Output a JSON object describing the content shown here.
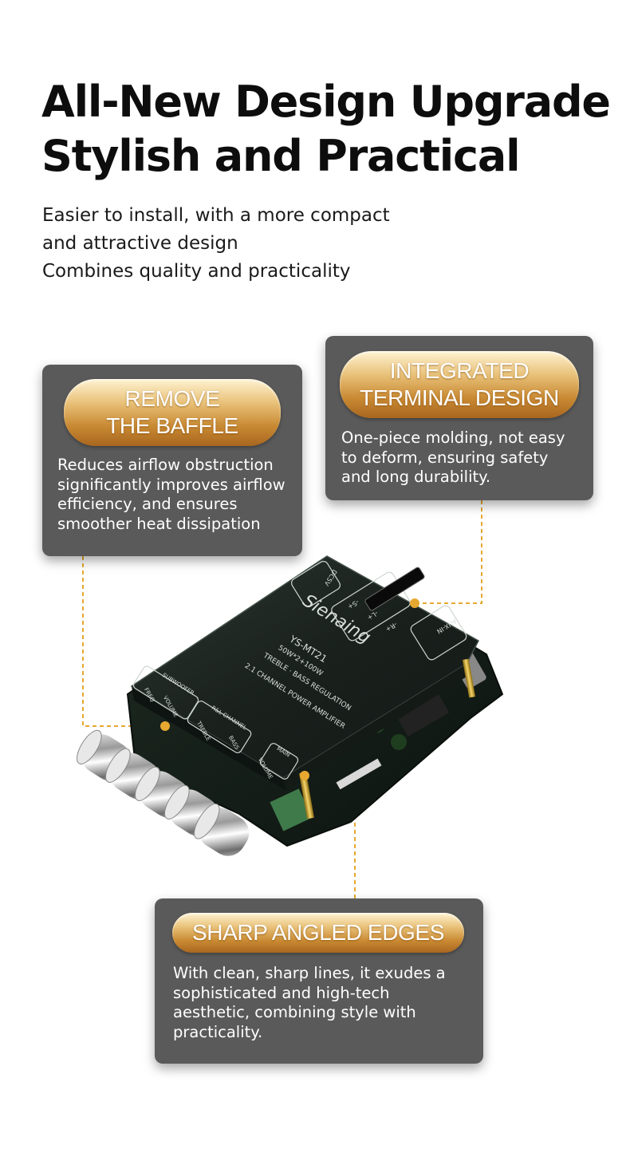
{
  "header": {
    "title_lines": [
      "All-New Design Upgrade",
      "Stylish and Practical"
    ],
    "subtitle_lines": [
      "Easier to install, with a more compact",
      "and attractive design",
      "Combines quality and practicality"
    ]
  },
  "callouts": {
    "remove_baffle": {
      "title_lines": [
        "REMOVE",
        "THE BAFFLE"
      ],
      "desc_lines": [
        "Reduces airflow obstruction",
        "significantly improves airflow",
        "efficiency, and ensures",
        "smoother heat dissipation"
      ]
    },
    "integrated_terminal": {
      "title_lines": [
        "INTEGRATED",
        "TERMINAL DESIGN"
      ],
      "desc_lines": [
        "One-piece molding, not easy",
        "to deform, ensuring safety",
        "and long durability."
      ]
    },
    "sharp_edges": {
      "title": "SHARP ANGLED EDGES",
      "desc_lines": [
        "With clean, sharp lines, it exudes a",
        "sophisticated and high-tech",
        "aesthetic, combining style with",
        "practicality."
      ]
    }
  },
  "product": {
    "brand": "Sienaing",
    "model": "YS-MT21",
    "power": "50W*2+100W",
    "line1": "TREBLE · BASS REGULATION",
    "line2": "2.1 CHANNEL POWER AMPLIFIER",
    "subwoofer_label": "SUBWOOFER",
    "freq_label": "FREQ",
    "volume_label": "VOLUME",
    "rl_channel_label": "R&L CHANNEL",
    "treble_label": "TREBLE",
    "bass_label": "BASS",
    "main_label": "MAIN",
    "main_volume_label": "VOLUME",
    "aux_label": "AUX-IN",
    "power_label": "DC5V",
    "speaker_labels": [
      "-S+",
      "-L+",
      "-R+"
    ]
  },
  "colors": {
    "card": "#5a5a5a",
    "accent_gold": "#e6a830",
    "pill_light": "#fff3d2",
    "pill_dark": "#a8661f"
  }
}
